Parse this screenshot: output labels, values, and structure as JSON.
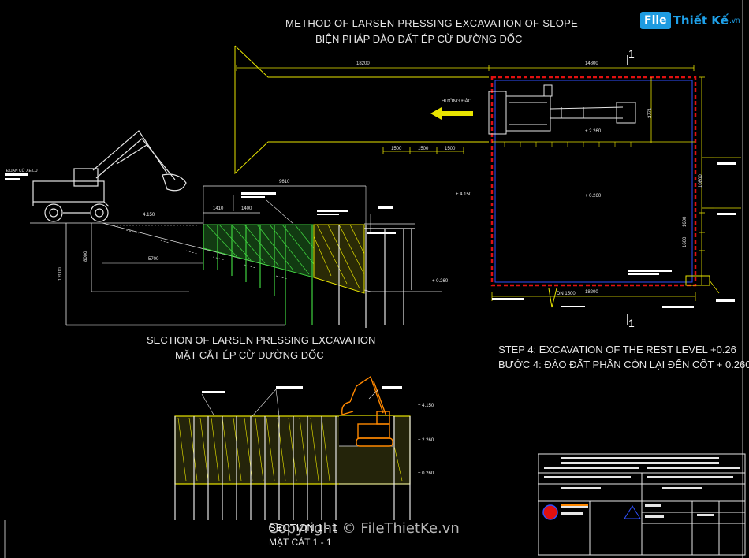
{
  "titles": {
    "method_en": "METHOD OF LARSEN PRESSING EXCAVATION OF SLOPE",
    "method_vi": "BIỆN PHÁP ĐÀO ĐẤT ÉP CỪ ĐƯỜNG DỐC",
    "section_en": "SECTION OF LARSEN PRESSING EXCAVATION",
    "section_vi": "MẶT CẮT ÉP CỪ ĐƯỜNG DỐC",
    "step_en": "STEP 4: EXCAVATION OF THE REST LEVEL +0.26",
    "step_vi": "BƯỚC 4: ĐÀO ĐẤT PHẦN CÒN LẠI ĐẾN CỐT + 0.260",
    "section11_en": "SECTION 1 - 1",
    "section11_vi": "MẶT CẮT 1 - 1"
  },
  "logo": {
    "box": "File",
    "rest": "Thiết Kế",
    "domain": ".vn"
  },
  "watermark": "Copyright © FileThietKe.vn",
  "plan": {
    "dim_top_left": "18200",
    "dim_top_right": "14800",
    "dim_bottom": "18200",
    "dims_small": [
      "1500",
      "1500",
      "1500"
    ],
    "dim_right_a": "3771",
    "dim_right_b": "10800",
    "dim_right_c": "1600",
    "dim_right_d": "1600",
    "direction": "HƯỚNG ĐÀO",
    "level_1": "+ 2.260",
    "level_2": "+ 0.260",
    "level_3": "+ 4.150",
    "dn": "DN 1500",
    "cut_marker": "1"
  },
  "section": {
    "dim_top": "9610",
    "dim_a": "1410",
    "dim_b": "1400",
    "dim_5700": "5700",
    "dim_vert_1": "8000",
    "dim_vert_2": "12000",
    "level_top": "+ 4.150",
    "level_bottom": "+ 0.260",
    "label_left": "ĐOẠN CỪ XE LU"
  },
  "section11": {
    "level_top": "+ 4.150",
    "level_mid": "+ 2.260",
    "level_bot": "+ 0.260"
  },
  "colors": {
    "yellow": "#e8e400",
    "green": "#3fd23f",
    "red": "#e01010",
    "blue": "#3050ff",
    "orange": "#ff8800",
    "white": "#e6e6e6"
  }
}
